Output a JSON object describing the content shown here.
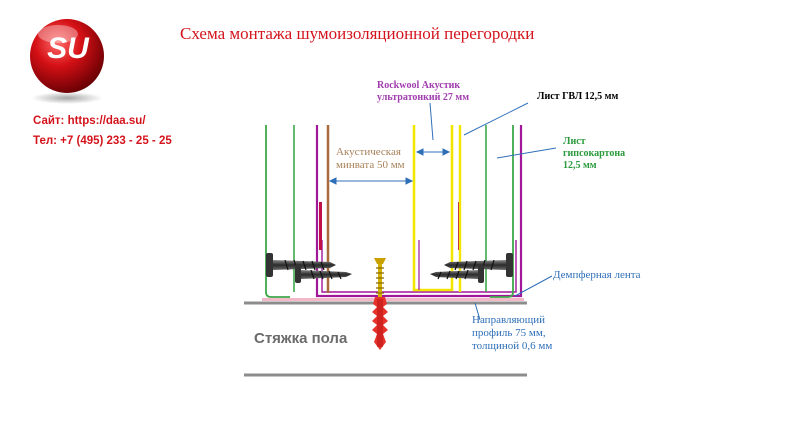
{
  "title": "Схема монтажа шумоизоляционной перегородки",
  "logo": {
    "text": "SU"
  },
  "contacts": {
    "site": "Сайт: https://daa.su/",
    "phone": "Тел: +7 (495) 233 - 25 - 25"
  },
  "labels": {
    "rockwool_line1": "Rockwool Акустик",
    "rockwool_line2": "ультратонкий 27 мм",
    "gvl": "Лист ГВЛ 12,5 мм",
    "mineral_line1": "Акустическая",
    "mineral_line2": "минвата 50 мм",
    "gypsum_line1": "Лист",
    "gypsum_line2": "гипсокартона",
    "gypsum_line3": "12,5 мм",
    "damper": "Демпферная лента",
    "profile_line1": "Направляющий",
    "profile_line2": "профиль 75 мм,",
    "profile_line3": "толщиной 0,6 мм",
    "screed": "Стяжка пола"
  },
  "colors": {
    "title": "#d4141c",
    "rockwool_label": "#a03cae",
    "mineral_label": "#a8825a",
    "gypsum_label": "#2a9a3c",
    "blue_label": "#2f6fb8",
    "gvl_label": "#000000",
    "profile": "#a0179a",
    "yellow_board": "#f2e600",
    "green_board": "#3ea84a",
    "mineral_wool": "#a86a3a",
    "floor": "#8c8c8c",
    "screw": "#555555",
    "dowel": "#e8322c"
  }
}
